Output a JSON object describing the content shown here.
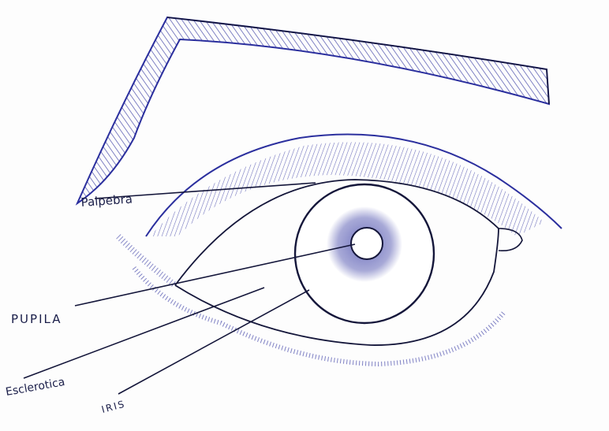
{
  "labels": {
    "palpebra": "Palpebra",
    "pupila": "PUPILA",
    "esclerotica": "Esclerotica",
    "iris": "IRIS"
  },
  "colors": {
    "ink_blue": "#2b2f9e",
    "ink_dark": "#14163a",
    "paper": "#fdfdfd"
  }
}
